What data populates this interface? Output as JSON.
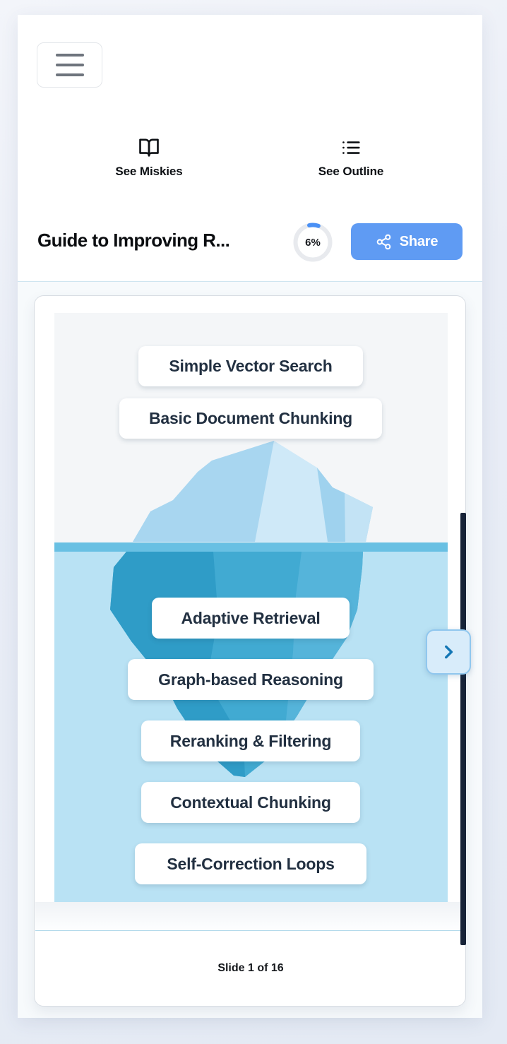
{
  "header": {
    "menu_button": {
      "icon": "hamburger-icon"
    },
    "nav_items": [
      {
        "label": "See Miskies",
        "icon": "book-open-icon"
      },
      {
        "label": "See Outline",
        "icon": "list-icon"
      }
    ]
  },
  "toolbar": {
    "document_title": "Guide to Improving R...",
    "progress_percent": "6%",
    "share_label": "Share",
    "share_icon": "share-network-icon"
  },
  "slide": {
    "above_water_labels": [
      "Simple Vector Search",
      "Basic Document Chunking"
    ],
    "below_water_labels": [
      "Adaptive Retrieval",
      "Graph-based Reasoning",
      "Reranking & Filtering",
      "Contextual Chunking",
      "Self-Correction Loops"
    ],
    "next_button_icon": "chevron-right-icon"
  },
  "footer": {
    "slide_indicator": "Slide 1 of 16"
  },
  "colors": {
    "accent_blue": "#5f9bf3",
    "progress_blue": "#4a90f5",
    "waterline": "#69c0e3",
    "water": "#b9e2f4",
    "iceberg_above_light": "#cfe9f8",
    "iceberg_above_mid": "#a8d6f0",
    "iceberg_below_dark": "#2f9cc7",
    "iceberg_below_mid": "#41aad2",
    "iceberg_below_light": "#55b4da",
    "scrollbar_dark": "#172338",
    "label_text": "#223041"
  }
}
